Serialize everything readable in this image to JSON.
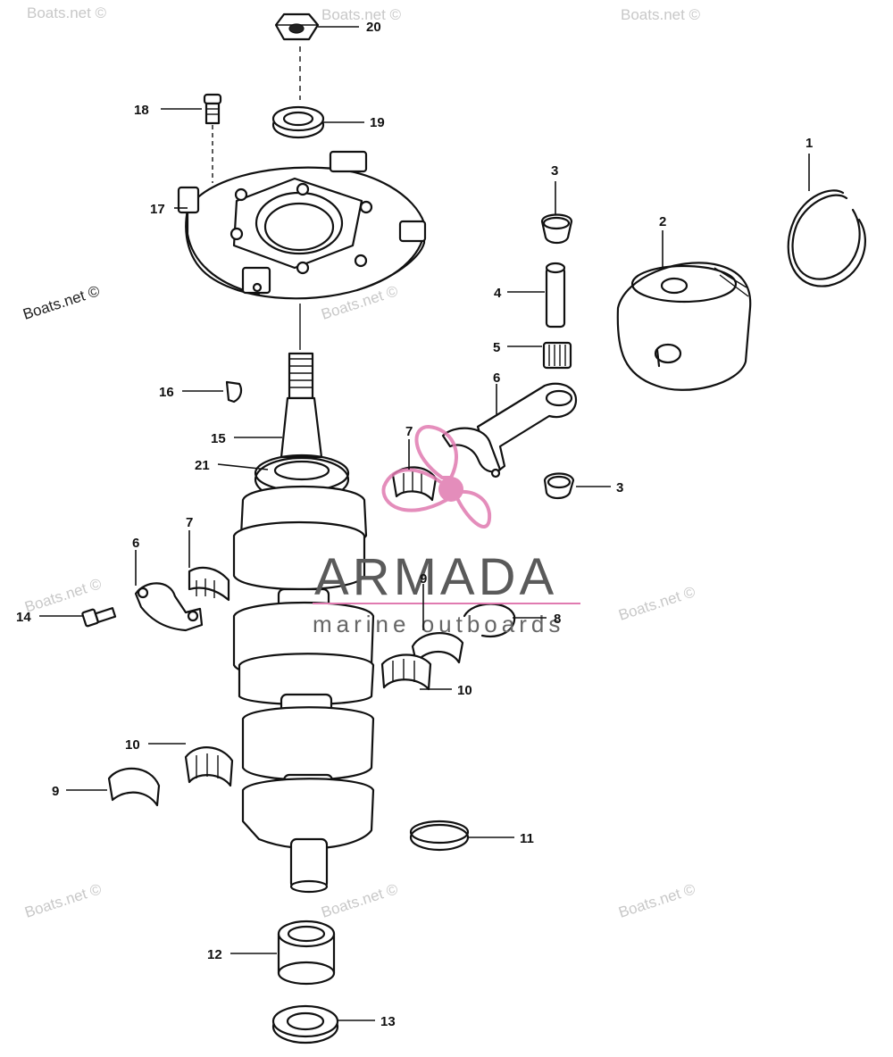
{
  "watermarks": [
    "Boats.net ©"
  ],
  "logo": {
    "name": "ARMADA",
    "tagline": "marine outboards",
    "mark_color": "#e07ab0"
  },
  "callouts": [
    {
      "id": "c1",
      "text": "1"
    },
    {
      "id": "c2",
      "text": "2"
    },
    {
      "id": "c3a",
      "text": "3"
    },
    {
      "id": "c3b",
      "text": "3"
    },
    {
      "id": "c4",
      "text": "4"
    },
    {
      "id": "c5",
      "text": "5"
    },
    {
      "id": "c6a",
      "text": "6"
    },
    {
      "id": "c6b",
      "text": "6"
    },
    {
      "id": "c7a",
      "text": "7"
    },
    {
      "id": "c7b",
      "text": "7"
    },
    {
      "id": "c8",
      "text": "8"
    },
    {
      "id": "c9a",
      "text": "9"
    },
    {
      "id": "c9b",
      "text": "9"
    },
    {
      "id": "c10a",
      "text": "10"
    },
    {
      "id": "c10b",
      "text": "10"
    },
    {
      "id": "c11",
      "text": "11"
    },
    {
      "id": "c12",
      "text": "12"
    },
    {
      "id": "c13",
      "text": "13"
    },
    {
      "id": "c14",
      "text": "14"
    },
    {
      "id": "c15",
      "text": "15"
    },
    {
      "id": "c16",
      "text": "16"
    },
    {
      "id": "c17",
      "text": "17"
    },
    {
      "id": "c18",
      "text": "18"
    },
    {
      "id": "c19",
      "text": "19"
    },
    {
      "id": "c20",
      "text": "20"
    },
    {
      "id": "c21",
      "text": "21"
    }
  ]
}
